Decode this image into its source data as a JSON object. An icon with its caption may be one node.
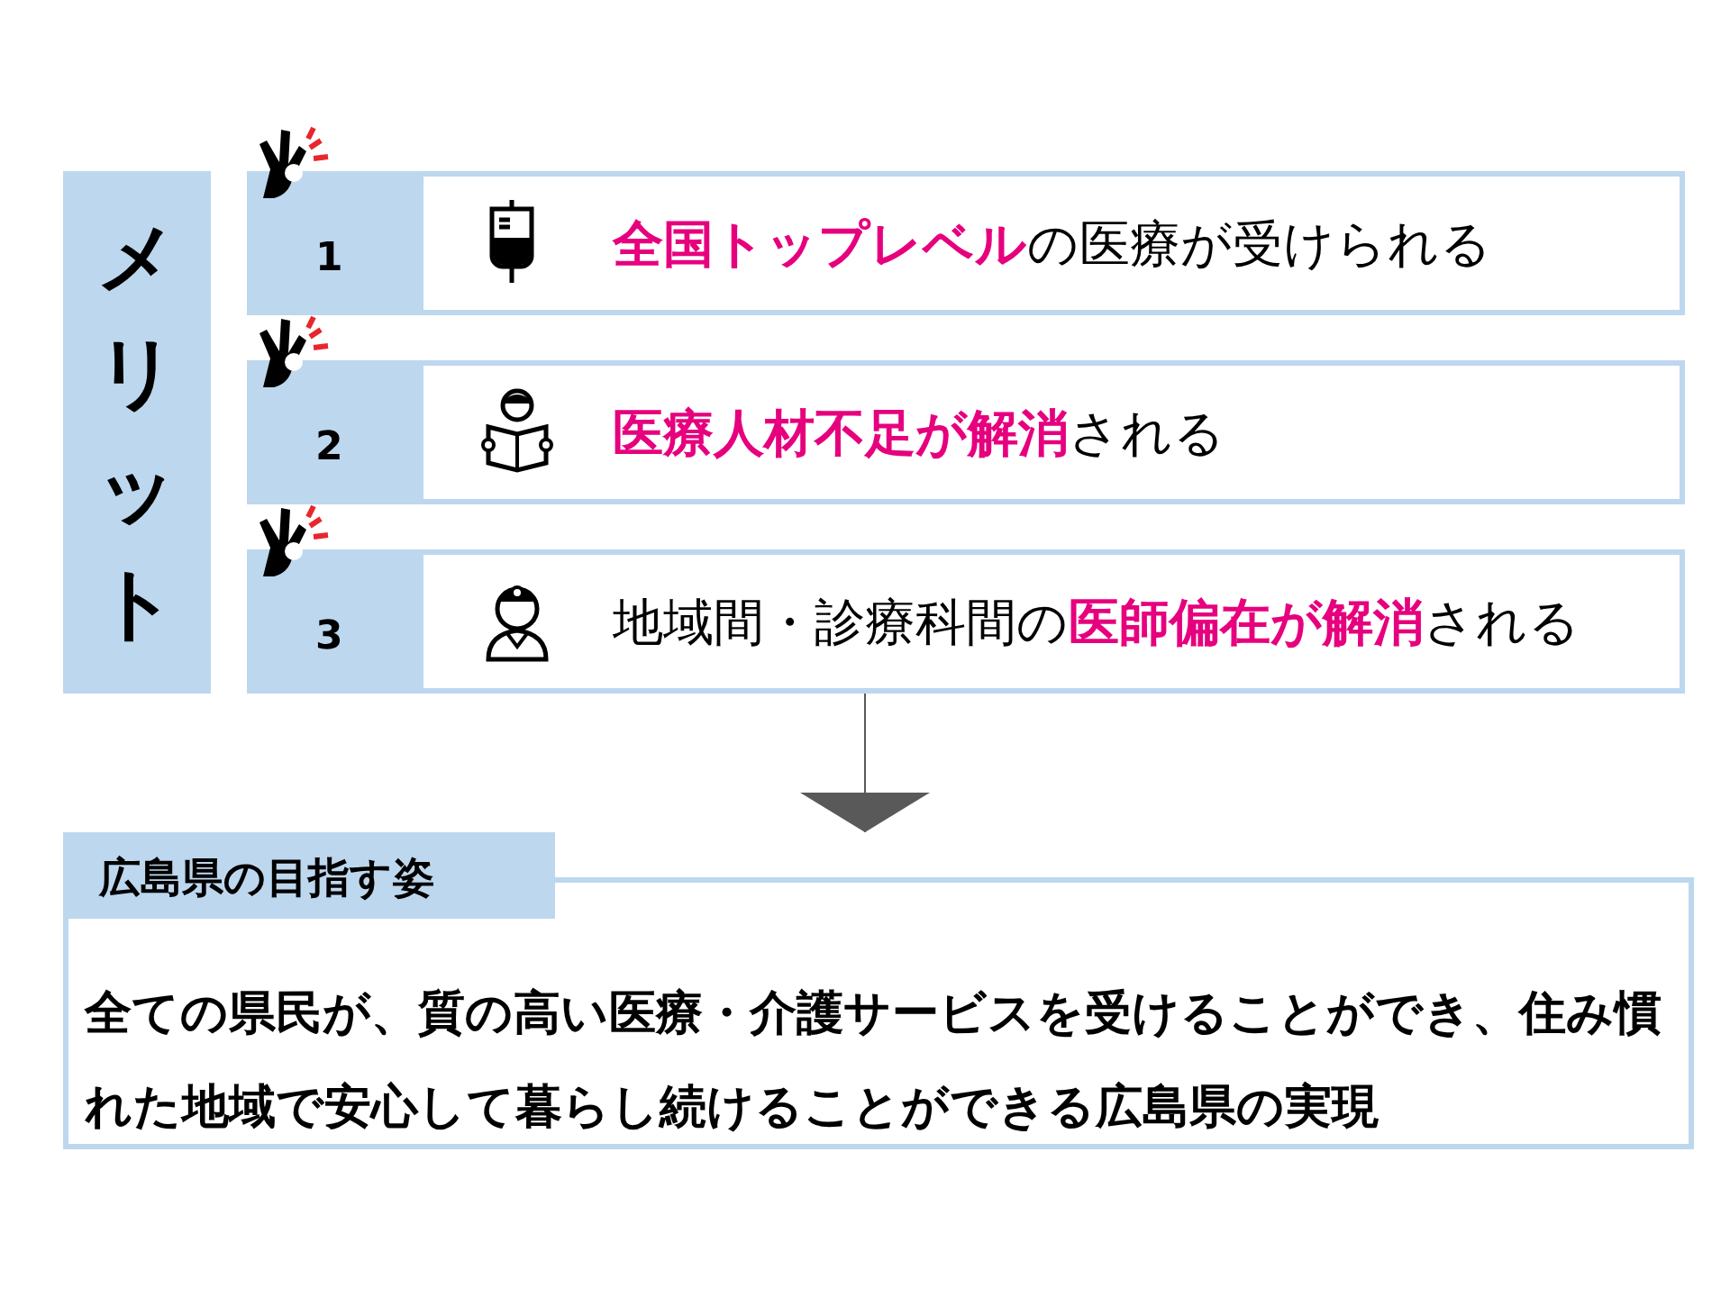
{
  "diagram": {
    "nodes": [
      {
        "text": [
          "メリット"
        ]
      },
      {
        "text": [
          "1",
          "**全国トップレベル**の医療が受けられる"
        ]
      },
      {
        "text": [
          "2",
          "**医療人材不足が解消**される"
        ]
      },
      {
        "text": [
          "3",
          "地域間・診療科間の**医師偏在が解消**される"
        ]
      },
      {
        "text": [
          "広島県の目指す姿",
          "全ての県民が、質の高い医療・介護サービスを受けることができ、住み慣れた地域で安心して暮らし続けることができる広島県の実現"
        ]
      }
    ],
    "edges": [
      {
        "from": 3,
        "to": 4,
        "arrow": "to"
      }
    ]
  }
}
